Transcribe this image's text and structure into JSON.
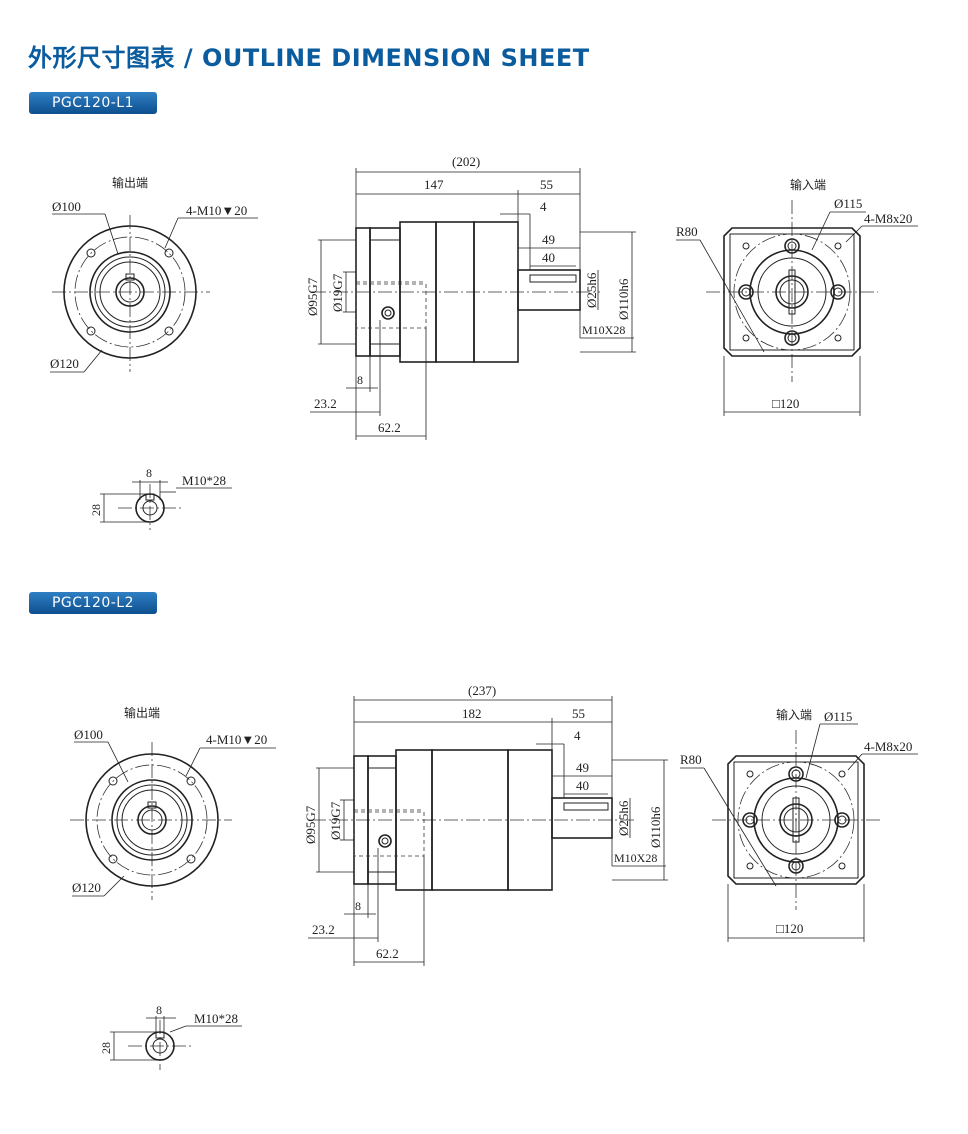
{
  "header": {
    "title": "外形尺寸图表 / OUTLINE DIMENSION SHEET"
  },
  "sections": [
    {
      "model": "PGC120-L1",
      "output_view": {
        "label": "输出端",
        "d100": "Ø100",
        "d120": "Ø120",
        "holes": "4-M10",
        "holes_depth": "20"
      },
      "side_view": {
        "total": "(202)",
        "body": "147",
        "shaft_len": "55",
        "flange_gap": "4",
        "key_len": "49",
        "key_inner": "40",
        "pilot": "Ø95G7",
        "bore": "Ø19G7",
        "shaft_d": "Ø25h6",
        "pcd": "Ø110h6",
        "tap": "M10X28",
        "d8": "8",
        "d23": "23.2",
        "d62": "62.2"
      },
      "input_view": {
        "label": "输入端",
        "r80": "R80",
        "d115": "Ø115",
        "holes": "4-M8x20",
        "square": "□120"
      },
      "key_detail": {
        "width": "8",
        "height": "28",
        "tap": "M10*28"
      }
    },
    {
      "model": "PGC120-L2",
      "output_view": {
        "label": "输出端",
        "d100": "Ø100",
        "d120": "Ø120",
        "holes": "4-M10",
        "holes_depth": "20"
      },
      "side_view": {
        "total": "(237)",
        "body": "182",
        "shaft_len": "55",
        "flange_gap": "4",
        "key_len": "49",
        "key_inner": "40",
        "pilot": "Ø95G7",
        "bore": "Ø19G7",
        "shaft_d": "Ø25h6",
        "pcd": "Ø110h6",
        "tap": "M10X28",
        "d8": "8",
        "d23": "23.2",
        "d62": "62.2"
      },
      "input_view": {
        "label": "输入端",
        "r80": "R80",
        "d115": "Ø115",
        "holes": "4-M8x20",
        "square": "□120"
      },
      "key_detail": {
        "width": "8",
        "height": "28",
        "tap": "M10*28"
      }
    }
  ]
}
